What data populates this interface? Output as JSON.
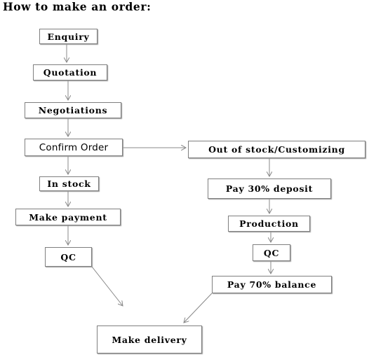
{
  "title": "How to make an order:",
  "nodes": {
    "enquiry": "Enquiry",
    "quotation": "Quotation",
    "negotiations": "Negotiations",
    "confirm_order": "Confirm Order",
    "out_of_stock": "Out of stock/Customizing",
    "in_stock": "In stock",
    "make_payment": "Make payment",
    "qc_left": "QC",
    "deposit": "Pay 30% deposit",
    "production": "Production",
    "qc_right": "QC",
    "balance": "Pay 70% balance",
    "make_delivery": "Make delivery"
  },
  "colors": {
    "border": "#7f7f7f",
    "arrow": "#888888",
    "text": "#000000"
  }
}
